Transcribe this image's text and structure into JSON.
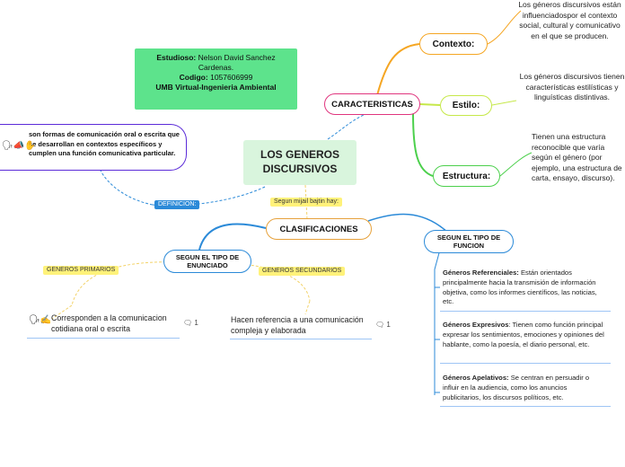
{
  "root": {
    "title": "LOS GENEROS DISCURSIVOS"
  },
  "author_box": {
    "label1": "Estudioso:",
    "name": "Nelson David Sanchez Cardenas.",
    "label2": "Codigo:",
    "code": "1057606999",
    "line3": "UMB Virtual-Ingenieria Ambiental"
  },
  "definicion": {
    "tag": "DEFINICION:",
    "text": "son formas de comunicación oral o escrita que se desarrollan en contextos específicos y cumplen una función comunicativa particular."
  },
  "caracteristicas": {
    "title": "CARACTERISTICAS",
    "contexto": {
      "label": "Contexto:",
      "text": "Los géneros discursivos están influenciadospor el contexto social, cultural y comunicativo en el que se producen."
    },
    "estilo": {
      "label": "Estilo:",
      "text": "Los géneros discursivos tienen características estilísticas y linguísticas distintivas."
    },
    "estructura": {
      "label": "Estructura:",
      "text": "Tienen una estructura reconocible que varía según el género (por ejemplo, una estructura de carta, ensayo, discurso)."
    }
  },
  "clasificaciones": {
    "tag": "Segun mijail bajtin hay:",
    "title": "CLASIFICACIONES",
    "enunciado": {
      "title": "SEGUN EL TIPO DE ENUNCIADO",
      "primarios": {
        "tag": "GENEROS PRIMARIOS",
        "text": "Corresponden a la comunicacion cotidiana oral o escrita",
        "count": "1"
      },
      "secundarios": {
        "tag": "GENEROS SECUNDARIOS",
        "text": "Hacen referencia a una comunicación compleja y elaborada",
        "count": "1"
      }
    },
    "funcion": {
      "title": "SEGUN EL TIPO DE FUNCION",
      "items": [
        {
          "bold": "Géneros Referenciales:",
          "text": " Están orientados principalmente hacia la transmisión de información objetiva, como los informes científicos, las noticias, etc."
        },
        {
          "bold": "Géneros Expresivos",
          "text": ": Tienen como función principal expresar los sentimientos, emociones y opiniones del hablante, como la poesía, el diario personal, etc."
        },
        {
          "bold": "Géneros Apelativos:",
          "text": " Se centran en persuadir o influir en la audiencia, como los anuncios publicitarios, los discursos políticos, etc."
        }
      ]
    }
  },
  "colors": {
    "root": "#d9f5dd",
    "author": "#5de38c",
    "caracteristicas": "#e0357e",
    "contexto": "#f5a623",
    "estilo": "#c6e84a",
    "estructura": "#4cd04c",
    "clasificaciones": "#e6a13b",
    "blue": "#2b8ad8",
    "yellow_tag": "#fff27a"
  }
}
